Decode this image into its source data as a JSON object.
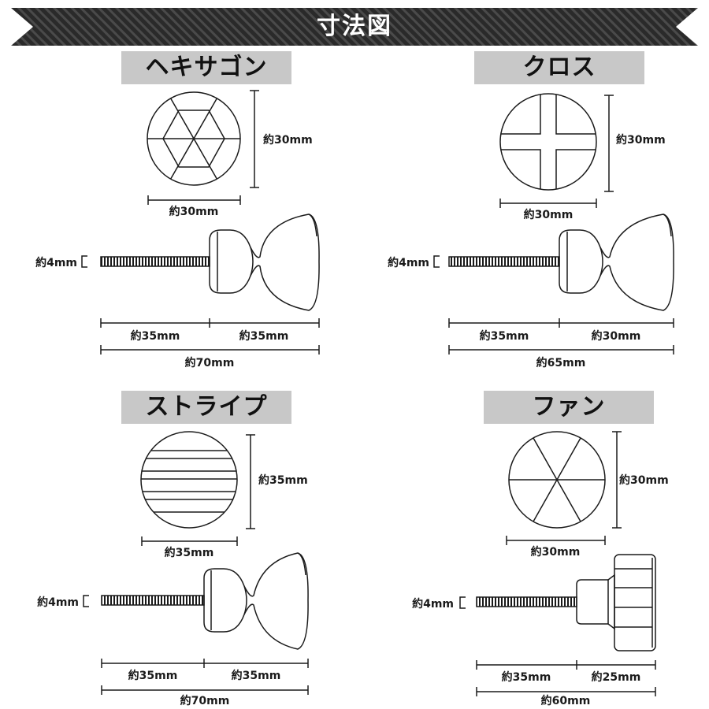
{
  "title": "寸法図",
  "panels": [
    {
      "name": "ヘキサゴン",
      "pattern": "hexagon",
      "face_width": "約30mm",
      "face_height": "約30mm",
      "shaft_diameter": "約4mm",
      "screw_length": "約35mm",
      "knob_length": "約35mm",
      "total_length": "約70mm"
    },
    {
      "name": "クロス",
      "pattern": "cross",
      "face_width": "約30mm",
      "face_height": "約30mm",
      "shaft_diameter": "約4mm",
      "screw_length": "約35mm",
      "knob_length": "約30mm",
      "total_length": "約65mm"
    },
    {
      "name": "ストライプ",
      "pattern": "stripe",
      "face_width": "約35mm",
      "face_height": "約35mm",
      "shaft_diameter": "約4mm",
      "screw_length": "約35mm",
      "knob_length": "約35mm",
      "total_length": "約70mm"
    },
    {
      "name": "ファン",
      "pattern": "fan",
      "face_width": "約30mm",
      "face_height": "約30mm",
      "shaft_diameter": "約4mm",
      "screw_length": "約35mm",
      "knob_length": "約25mm",
      "total_length": "約60mm"
    }
  ],
  "colors": {
    "banner": "#2e2e2e",
    "label_bg": "#c8c8c8",
    "line": "#1a1a1a"
  }
}
